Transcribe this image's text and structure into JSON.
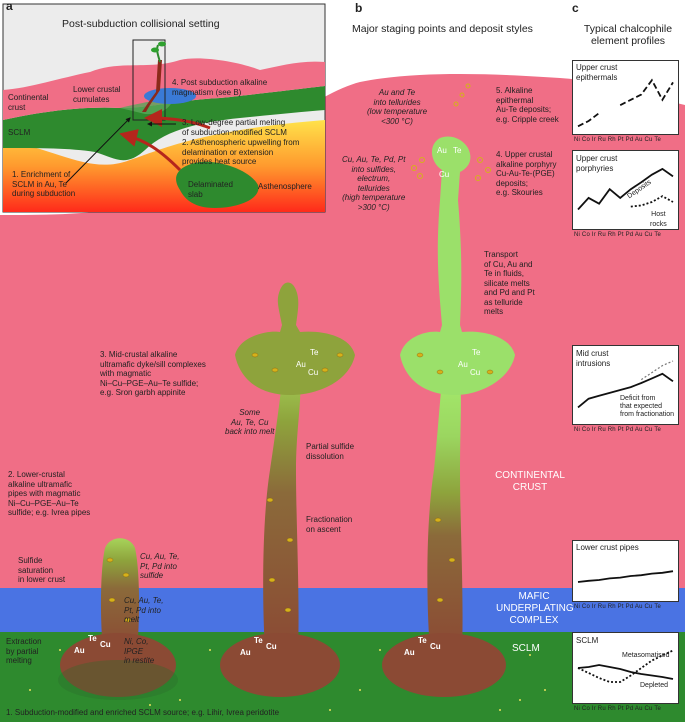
{
  "panel_letters": {
    "a": "a",
    "b": "b",
    "c": "c"
  },
  "headers": {
    "a": "Post-subduction collisional setting",
    "b": "Major staging points and deposit styles",
    "c": "Typical chalcophile\nelement profiles"
  },
  "panel_a": {
    "continental_crust": "Continental\ncrust",
    "sclm": "SCLM",
    "lower_crustal_cumulates": "Lower crustal\ncumulates",
    "label4": "4. Post subduction alkaline\nmagmatism (see B)",
    "label3": "3. Low-degree partial melting\nof subduction-modified SCLM",
    "label2": "2. Asthenospheric upwelling from\ndelamination or extension\nprovides heat source",
    "label1": "1. Enrichment of\nSCLM in Au, Te\nduring subduction",
    "delaminated_slab": "Delaminated\nslab",
    "asthenosphere": "Asthenosphere"
  },
  "layers": {
    "continental_crust": "CONTINENTAL\nCRUST",
    "mafic_underplating": "MAFIC\nUNDERPLATING\nCOMPLEX",
    "sclm": "SCLM"
  },
  "column_labels": {
    "extraction": "Extraction\nby partial\nmelting",
    "restite": "Ni, Co,\nIPGE\nin restite",
    "stage1": "1. Subduction-modified and enriched SCLM source; e.g. Lihir, Ivrea peridotite",
    "into_melt": "Cu, Au, Te,\nPt, Pd into\nmelt",
    "sulfide_saturation": "Sulfide\nsaturation\nin lower crust",
    "into_sulfide": "Cu, Au, Te,\nPt, Pd into\nsulfide",
    "stage2": "2. Lower-crustal\nalkaline ultramafic\npipes with magmatic\nNi–Cu–PGE–Au–Te\nsulfide; e.g. Ivrea pipes",
    "fractionation": "Fractionation\non ascent",
    "partial_dissolution": "Partial sulfide\ndissolution",
    "back_into_melt": "Some\nAu, Te, Cu\nback into melt",
    "stage3": "3.  Mid-crustal alkaline\nultramafic dyke/sill complexes\nwith magmatic\nNi–Cu–PGE–Au–Te sulfide;\ne.g. Sron garbh appinite",
    "transport": "Transport\nof Cu, Au and\nTe in fluids,\nsilicate melts\nand Pd and Pt\nas telluride\nmelts",
    "into_sulfides_hot": "Cu, Au, Te, Pd, Pt\ninto sulfides,\nelectrum,\ntellurides\n(high temperature\n>300 °C)",
    "into_tellurides_low": "Au and Te\ninto tellurides\n(low temperature\n<300 °C)",
    "stage4": "4. Upper crustal\nalkaline porphyry\nCu-Au-Te-(PGE)\ndeposits;\ne.g. Skouries",
    "stage5": "5. Alkaline\nepithermal\nAu-Te deposits;\ne.g. Cripple creek"
  },
  "element_tags": {
    "au": "Au",
    "te": "Te",
    "cu": "Cu"
  },
  "profiles": {
    "elements": "Ni Co  Ir  Ru Rh Pt Pd Au Cu Te",
    "upper_epithermal": {
      "title": "Upper crust\nepithermals",
      "values": [
        0.05,
        0.15,
        0.3,
        null,
        0.45,
        0.55,
        0.65,
        0.92,
        0.55,
        0.88
      ]
    },
    "upper_porphyries": {
      "title": "Upper crust\nporphyries",
      "deposits": "Deposits",
      "host": "Host\nrocks",
      "deposit_values": [
        0.25,
        0.45,
        0.35,
        0.6,
        0.45,
        0.6,
        0.72,
        0.85,
        0.95,
        0.82
      ],
      "host_values": [
        null,
        null,
        null,
        null,
        null,
        0.3,
        0.32,
        0.38,
        0.48,
        0.38
      ]
    },
    "mid_intrusions": {
      "title": "Mid crust\nintrusions",
      "deficit": "Deficit from\nthat expected\nfrom fractionation",
      "values": [
        0.2,
        0.35,
        0.4,
        0.45,
        0.5,
        0.55,
        0.62,
        0.7,
        0.78,
        0.65
      ],
      "expected": [
        null,
        null,
        null,
        null,
        null,
        null,
        0.68,
        0.8,
        0.92,
        1.0
      ]
    },
    "lower_pipes": {
      "title": "Lower crust pipes",
      "values": [
        0.35,
        0.38,
        0.4,
        0.44,
        0.46,
        0.5,
        0.52,
        0.56,
        0.58,
        0.62
      ]
    },
    "sclm": {
      "title": "SCLM",
      "metasomatised": "Metasomatised",
      "depleted": "Depleted",
      "depleted_values": [
        0.6,
        0.62,
        0.66,
        0.62,
        0.58,
        0.52,
        0.48,
        0.45,
        0.42,
        0.38
      ],
      "metasomatised_values": [
        0.6,
        0.5,
        0.4,
        0.32,
        0.32,
        0.45,
        0.6,
        0.75,
        0.85,
        0.95
      ]
    }
  },
  "colors": {
    "crust": "#f06e86",
    "underplating": "#4a73e3",
    "sclm": "#2e8a2e",
    "magma_brown": "#8b4a34",
    "magma_olive": "#8ea33c",
    "magma_green": "#9be06a"
  }
}
